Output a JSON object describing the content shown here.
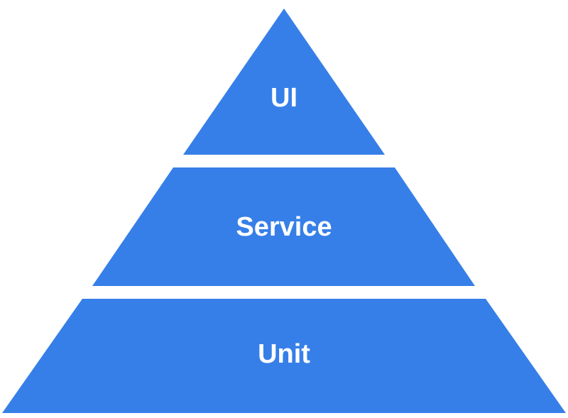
{
  "diagram": {
    "fill_color": "#367FE8",
    "label_color": "#FFFFFF",
    "tiers": [
      {
        "label": "UI"
      },
      {
        "label": "Service"
      },
      {
        "label": "Unit"
      }
    ]
  }
}
